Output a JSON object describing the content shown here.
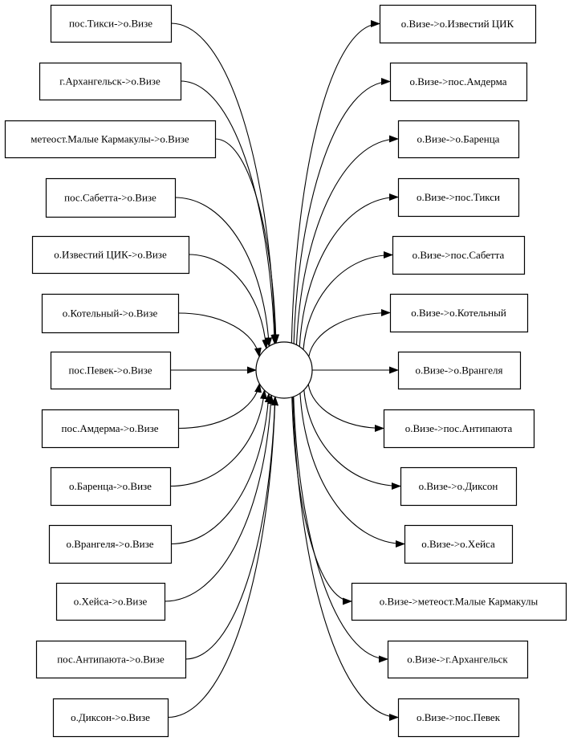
{
  "hub": {
    "label": ""
  },
  "incoming_nodes": [
    {
      "id": "in-tiksi",
      "label": "пос.Тикси->о.Визе"
    },
    {
      "id": "in-arkhangelsk",
      "label": "г.Архангельск->о.Визе"
    },
    {
      "id": "in-malye-karmakuly",
      "label": "метеост.Малые Кармакулы->о.Визе"
    },
    {
      "id": "in-sabetta",
      "label": "пос.Сабетта->о.Визе"
    },
    {
      "id": "in-izvestiy-tsik",
      "label": "о.Известий ЦИК->о.Визе"
    },
    {
      "id": "in-kotelny",
      "label": "о.Котельный->о.Визе"
    },
    {
      "id": "in-pevek",
      "label": "пос.Певек->о.Визе"
    },
    {
      "id": "in-amderma",
      "label": "пос.Амдерма->о.Визе"
    },
    {
      "id": "in-barentsa",
      "label": "о.Баренца->о.Визе"
    },
    {
      "id": "in-vrangelya",
      "label": "о.Врангеля->о.Визе"
    },
    {
      "id": "in-kheysa",
      "label": "о.Хейса->о.Визе"
    },
    {
      "id": "in-antipayuta",
      "label": "пос.Антипаюта->о.Визе"
    },
    {
      "id": "in-dikson",
      "label": "о.Диксон->о.Визе"
    }
  ],
  "outgoing_nodes": [
    {
      "id": "out-izvestiy-tsik",
      "label": "о.Визе->о.Известий ЦИК"
    },
    {
      "id": "out-amderma",
      "label": "о.Визе->пос.Амдерма"
    },
    {
      "id": "out-barentsa",
      "label": "о.Визе->о.Баренца"
    },
    {
      "id": "out-tiksi",
      "label": "о.Визе->пос.Тикси"
    },
    {
      "id": "out-sabetta",
      "label": "о.Визе->пос.Сабетта"
    },
    {
      "id": "out-kotelny",
      "label": "о.Визе->о.Котельный"
    },
    {
      "id": "out-vrangelya",
      "label": "о.Визе->о.Врангеля"
    },
    {
      "id": "out-antipayuta",
      "label": "о.Визе->пос.Антипаюта"
    },
    {
      "id": "out-dikson",
      "label": "о.Визе->о.Диксон"
    },
    {
      "id": "out-kheysa",
      "label": "о.Визе->о.Хейса"
    },
    {
      "id": "out-malye-karmakuly",
      "label": "о.Визе->метеост.Малые Кармакулы"
    },
    {
      "id": "out-arkhangelsk",
      "label": "о.Визе->г.Архангельск"
    },
    {
      "id": "out-pevek",
      "label": "о.Визе->пос.Певек"
    }
  ]
}
